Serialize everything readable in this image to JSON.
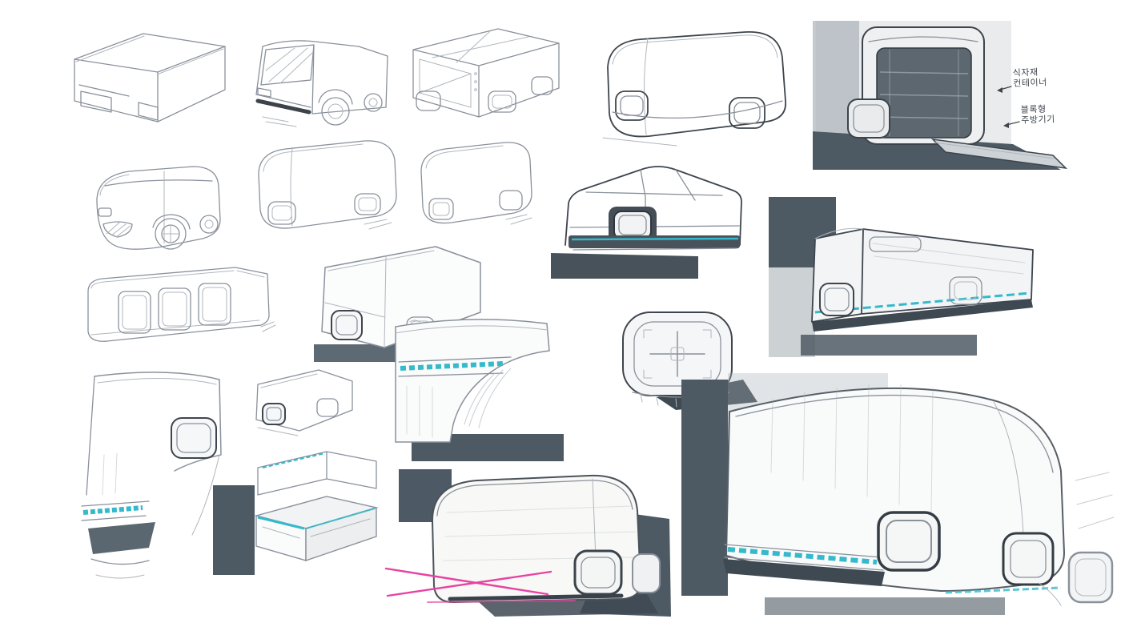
{
  "page": {
    "description": "hand-drawn industrial design ideation sheet of modular box-van / mobile-kitchen vehicle concepts",
    "background": "#ffffff"
  },
  "palette": {
    "pencil_gray": "#8a919b",
    "ink_dark": "#3e454d",
    "marker_light": "#d7dbde",
    "marker_mid": "#aab2b8",
    "shadow_slate": "#4d5a64",
    "shadow_deep": "#3e4952",
    "accent_teal": "#35b9cb",
    "accent_pink": "#e743a1"
  },
  "annotations": {
    "note_1": {
      "text": "식자재\n컨테이너",
      "arrow": "left"
    },
    "note_2": {
      "text": "블록형\n주방기기",
      "arrow": "left"
    }
  },
  "sketches": [
    {
      "id": "s1",
      "name": "box-truck-three-quarter-pencil"
    },
    {
      "id": "s2",
      "name": "van-front-quarter-windshield-wheels"
    },
    {
      "id": "s3",
      "name": "box-truck-rear-quarter-cross-panel"
    },
    {
      "id": "s4",
      "name": "rounded-van-clean-line"
    },
    {
      "id": "s5",
      "name": "rear-open-container-with-ramp-marker-render"
    },
    {
      "id": "s6",
      "name": "small-bus-front-grille-wheel"
    },
    {
      "id": "s7",
      "name": "rounded-box-van-side-quarter"
    },
    {
      "id": "s8",
      "name": "rounded-box-van-rear-quarter-small"
    },
    {
      "id": "s9",
      "name": "angular-front-view-teal-bumper"
    },
    {
      "id": "s10",
      "name": "box-truck-marker-render-teal-skirt"
    },
    {
      "id": "s11",
      "name": "bus-side-view-panel-doors"
    },
    {
      "id": "s12",
      "name": "box-van-pod-headlight"
    },
    {
      "id": "s13",
      "name": "front-corner-closeup-teal-strip"
    },
    {
      "id": "s14",
      "name": "module-top-view-cross-divider"
    },
    {
      "id": "s15",
      "name": "front-corner-tall-closeup-teal-strip"
    },
    {
      "id": "s16",
      "name": "small-box-van-quick-sketch"
    },
    {
      "id": "s17",
      "name": "interior-counter-kitchen-teal-edge"
    },
    {
      "id": "s18",
      "name": "oval-roof-van-marker-render-pink-lines"
    },
    {
      "id": "s19",
      "name": "large-box-truck-front-quarter-teal-band"
    }
  ]
}
